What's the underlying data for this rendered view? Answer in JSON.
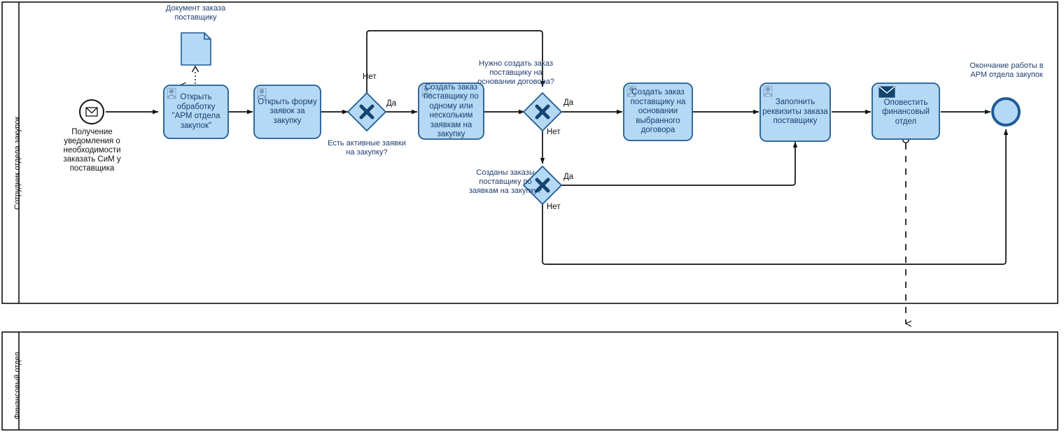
{
  "diagram": {
    "type": "bpmn-process",
    "colors": {
      "task_fill": "#b5d9f5",
      "task_stroke": "#1f5b96",
      "gateway_fill": "#b5d9f5",
      "gateway_stroke": "#1f5b96",
      "gateway_x": "#16456f",
      "end_event_fill": "#b5d9f5",
      "end_event_stroke": "#1f5b96",
      "start_event_stroke": "#111111",
      "flow_stroke": "#111111",
      "label_color": "#1f3d6e",
      "lane_stroke": "#111111",
      "page_background": "#ffffff"
    }
  },
  "pools": [
    {
      "name": "pool-procurement",
      "lane_label": "Сотрудник отдела закупок"
    },
    {
      "name": "pool-finance",
      "lane_label": "Финансовый отдел"
    }
  ],
  "events": {
    "start": {
      "icon": "envelope-icon",
      "type": "message-start-event",
      "label": "Получение уведомления о необходимости заказать СиМ у поставщика"
    },
    "end": {
      "type": "end-event",
      "label": "Окончание работы в АРМ отдела закупок"
    }
  },
  "tasks": [
    {
      "id": "t1",
      "icon": "user-icon",
      "type": "user-task",
      "label": "Открыть обработку \"АРМ отдела закупок\""
    },
    {
      "id": "t2",
      "icon": "user-icon",
      "type": "user-task",
      "label": "Открыть форму заявок за закупку"
    },
    {
      "id": "t3",
      "icon": "user-icon",
      "type": "user-task",
      "label": "Создать заказ поставщику по одному или нескольким заявкам на закупку"
    },
    {
      "id": "t4",
      "icon": "user-icon",
      "type": "user-task",
      "label": "Создать заказ поставщику на основании выбранного договора"
    },
    {
      "id": "t5",
      "icon": "user-icon",
      "type": "user-task",
      "label": "Заполнить реквизиты заказа поставщику"
    },
    {
      "id": "t6",
      "icon": "envelope-filled-icon",
      "type": "send-task",
      "label": "Оповестить финансовый отдел"
    }
  ],
  "gateways": [
    {
      "id": "g1",
      "type": "exclusive-gateway",
      "symbol": "X",
      "label": "Есть активные заявки на закупку?"
    },
    {
      "id": "g2",
      "type": "exclusive-gateway",
      "symbol": "X",
      "label": "Нужно создать заказ поставщику на основании договора?"
    },
    {
      "id": "g3",
      "type": "exclusive-gateway",
      "symbol": "X",
      "label": "Созданы заказы поставщику по заявкам на закупку?"
    }
  ],
  "artifacts": [
    {
      "id": "d1",
      "type": "data-object",
      "label": "Документ заказа поставщику"
    }
  ],
  "flow_labels": {
    "g1_no": "Нет",
    "g1_yes": "Да",
    "g2_yes": "Да",
    "g2_no": "Нет",
    "g3_yes": "Да",
    "g3_no": "Нет"
  }
}
